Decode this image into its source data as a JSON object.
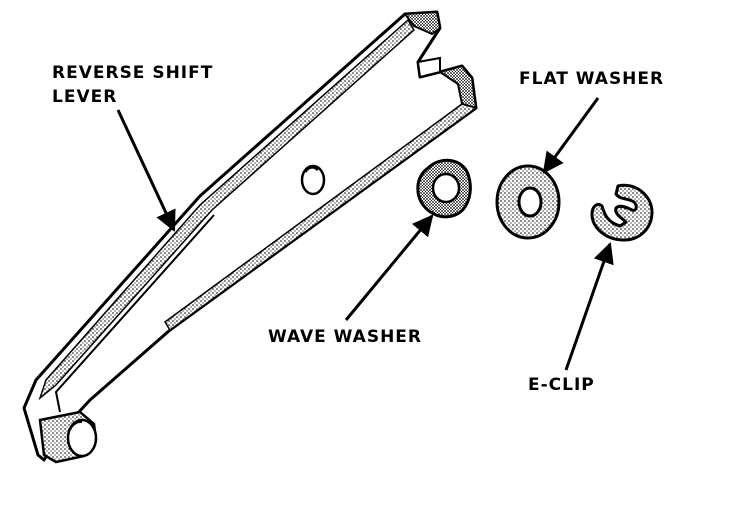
{
  "labels": {
    "reverse_shift_line1": "REVERSE SHIFT",
    "reverse_shift_line2": "LEVER",
    "flat_washer": "FLAT WASHER",
    "wave_washer": "WAVE WASHER",
    "e_clip": "E-CLIP"
  }
}
